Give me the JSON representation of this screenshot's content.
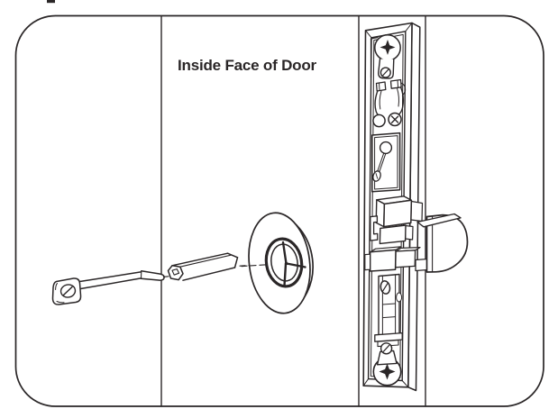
{
  "figure": {
    "label": "Inside Face of Door",
    "colors": {
      "background": "#ffffff",
      "line": "#2a2627"
    },
    "components": [
      "mounting-screw",
      "square-spindle",
      "thumbturn-rose",
      "mortise-lock-body",
      "top-mounting-plate",
      "retainer-clip",
      "lever-window",
      "latch-bolt",
      "deadbolt",
      "locking-lever",
      "bottom-mounting-plate"
    ]
  }
}
